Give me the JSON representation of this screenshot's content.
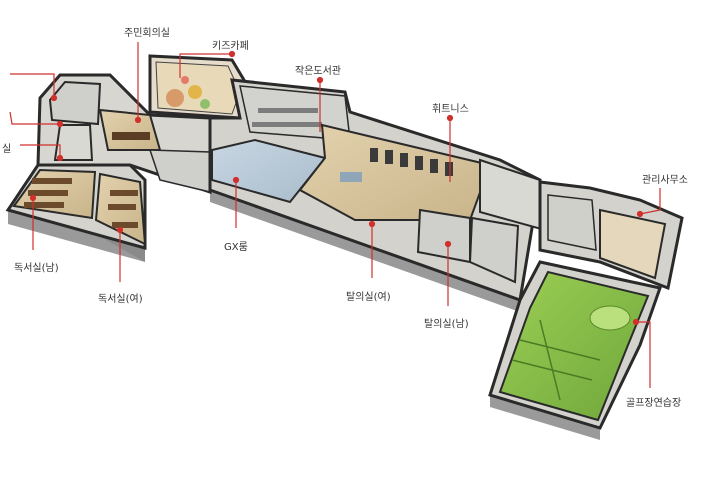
{
  "labels": {
    "community_room": "주민회의실",
    "kids_cafe": "키즈카페",
    "small_library": "작은도서관",
    "fitness": "휘트니스",
    "management_office": "관리사무소",
    "reading_room_male": "독서실(남)",
    "reading_room_female": "독서실(여)",
    "gx_room": "GX룸",
    "changing_room_female": "탈의실(여)",
    "changing_room_male": "탈의실(남)",
    "golf_practice": "골프장연습장",
    "partial_left": "실"
  },
  "colors": {
    "leader_line": "#d0312d",
    "wall": "#2a2a2a",
    "wall_side": "#8c8c8c",
    "floor_wood": "#d9c7a3",
    "floor_grey": "#cfd0cc",
    "floor_green": "#8cc24a",
    "glass": "#9fb8c8"
  }
}
